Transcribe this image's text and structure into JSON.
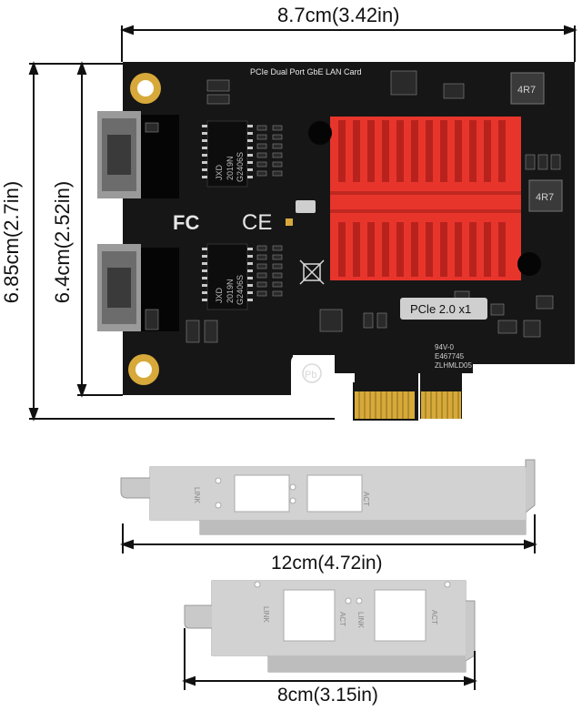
{
  "dimensions": {
    "card_width": "8.7cm(3.42in)",
    "card_height_full": "6.85cm(2.7in)",
    "card_height_pcb": "6.4cm(2.52in)",
    "bracket_full_width": "12cm(4.72in)",
    "bracket_low_width": "8cm(3.15in)"
  },
  "pcb": {
    "title": "PCIe Dual Port GbE LAN Card",
    "chip1_brand": "JXD",
    "chip1_model": "2019N",
    "chip1_code": "G2406S",
    "chip2_brand": "JXD",
    "chip2_model": "2019N",
    "chip2_code": "G2406S",
    "pcie_label": "PCle 2.0 x1",
    "inductor_label": "4R7",
    "fc_mark": "FC",
    "ce_mark": "CE",
    "pb_mark": "Pb",
    "cert_line1": "94V-0",
    "cert_line2": "E467745",
    "cert_line3": "ZLHMLD05"
  },
  "bracket_full": {
    "label_link": "LINK",
    "label_act": "ACT"
  },
  "bracket_low": {
    "label_link": "LINK",
    "label_act1": "ACT",
    "label_link2": "LINK",
    "label_act2": "ACT"
  },
  "colors": {
    "pcb": "#161616",
    "heatsink": "#e8352c",
    "gold": "#d7a93a",
    "bracket": "#c8c8c8"
  }
}
